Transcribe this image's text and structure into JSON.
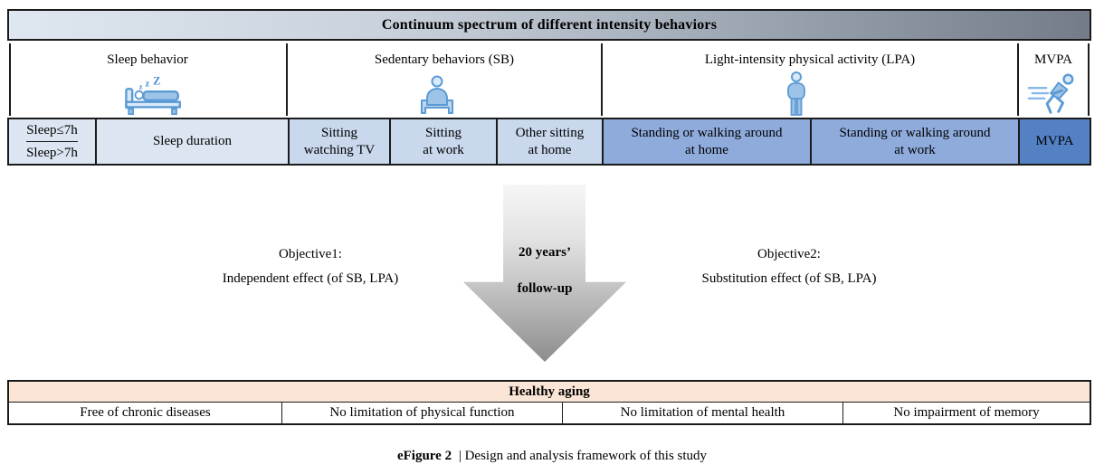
{
  "header": {
    "title": "Continuum spectrum of different intensity behaviors"
  },
  "colors": {
    "header_gradient_start": "#dfe7f0",
    "header_gradient_end": "#737c88",
    "sleep_cell": "#dce6f2",
    "sitting_cell": "#c9d8ed",
    "standing_cell": "#8fabdc",
    "mvpa_cell": "#5381c3",
    "outcome_header_bg": "#fbe5d6",
    "icon_blue": "#5b9bd5"
  },
  "categories": [
    {
      "label": "Sleep behavior",
      "icon": "sleeping-bed-icon"
    },
    {
      "label": "Sedentary behaviors (SB)",
      "icon": "sitting-person-icon"
    },
    {
      "label": "Light-intensity physical activity (LPA)",
      "icon": "standing-person-icon"
    },
    {
      "label": "MVPA",
      "icon": "running-person-icon"
    }
  ],
  "spectrum_row": {
    "sleep_split_top": "Sleep≤7h",
    "sleep_split_bottom": "Sleep>7h",
    "cells": [
      {
        "label": "Sleep duration"
      },
      {
        "label": "Sitting\nwatching TV"
      },
      {
        "label": "Sitting\nat work"
      },
      {
        "label": "Other sitting\nat home"
      },
      {
        "label": "Standing or walking around\nat home"
      },
      {
        "label": "Standing or walking around\nat work"
      },
      {
        "label": "MVPA"
      }
    ]
  },
  "middle": {
    "objective1_title": "Objective1:",
    "objective1_text": "Independent effect (of SB, LPA)",
    "arrow_line1": "20 years’",
    "arrow_line2": "follow-up",
    "objective2_title": "Objective2:",
    "objective2_text": "Substitution effect (of SB, LPA)"
  },
  "outcome": {
    "title": "Healthy aging",
    "cells": [
      "Free of chronic diseases",
      "No limitation of physical function",
      "No limitation of mental health",
      "No impairment of memory"
    ]
  },
  "caption": {
    "bold": "eFigure 2",
    "rest": "| Design and analysis framework of this study"
  }
}
